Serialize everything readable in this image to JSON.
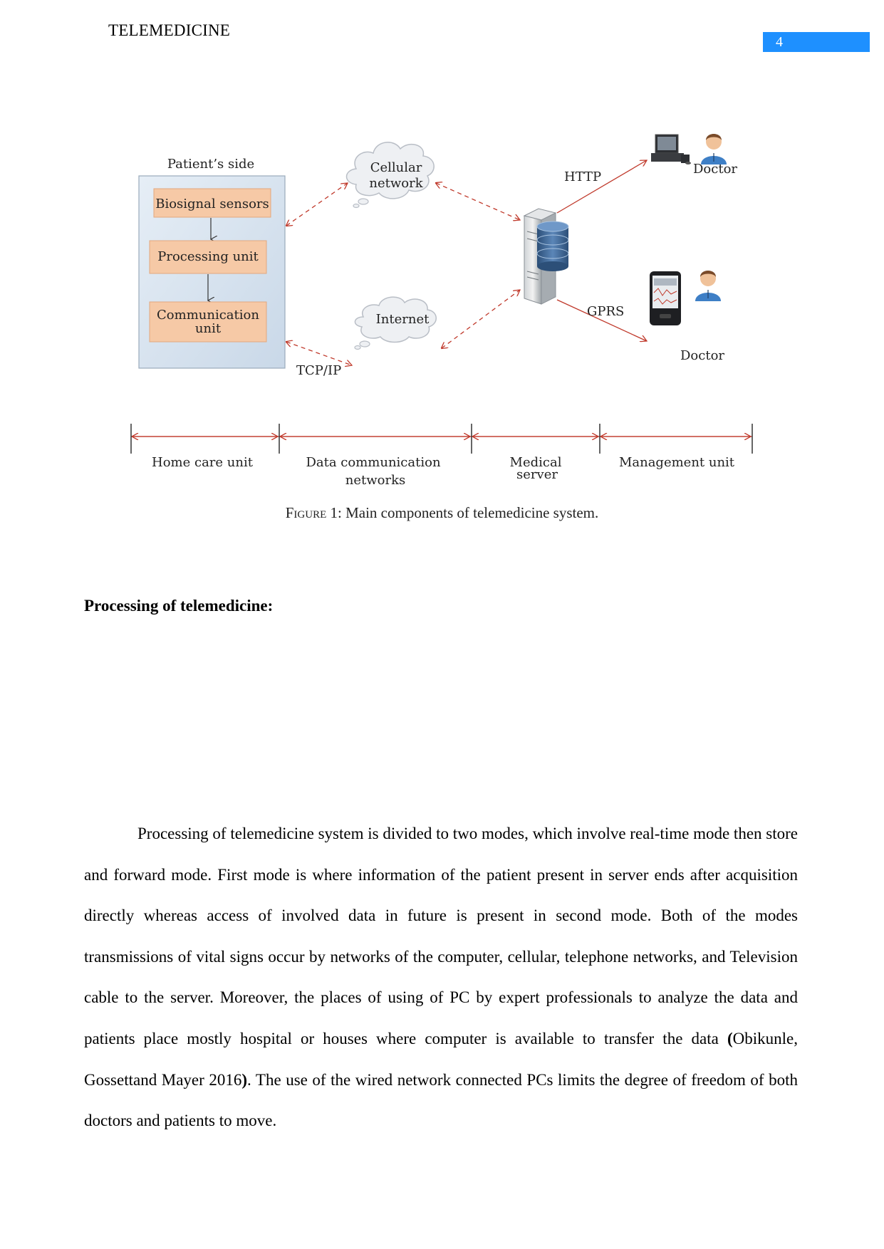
{
  "header": {
    "title": "TELEMEDICINE",
    "page_number": "4"
  },
  "figure": {
    "patient_side_label": "Patient’s side",
    "patient_units": [
      "Biosignal sensors",
      "Processing unit",
      "Communication",
      "unit"
    ],
    "cellular_label": [
      "Cellular",
      "network"
    ],
    "internet_label": "Internet",
    "protocols": {
      "http": "HTTP",
      "gprs": "GPRS",
      "tcpip": "TCP/IP"
    },
    "doctor_label": "Doctor",
    "segments": [
      "Home care unit",
      "Data communication",
      "networks",
      "Medical",
      "server",
      "Management unit"
    ],
    "colors": {
      "box_fill": "#f6c9a6",
      "panel_fill": "#d6e3ef",
      "link_color": "#c0392b",
      "server_blue": "#3d6a99"
    }
  },
  "caption": {
    "prefix": "Figure",
    "number": "1:",
    "text": "Main components of telemedicine system."
  },
  "section_heading": "Processing of telemedicine:",
  "paragraph": {
    "part1": "Processing of telemedicine system is divided to two modes, which involve real-time mode then store and forward mode.  First mode is where information of the patient present in server ends after acquisition directly whereas access of involved data in future is present in second mode. Both of the modes transmissions of vital signs occur by networks of the computer, cellular, telephone networks, and Television cable to the server. Moreover, the places of using of PC by expert professionals to analyze the data and patients place mostly hospital or houses where computer is available to transfer the data ",
    "open_paren": "(",
    "citation": "Obikunle, Gossettand Mayer 2016",
    "close_paren": ")",
    "part2": ". The use of the wired network connected PCs limits the degree of freedom of both doctors and patients to move."
  }
}
